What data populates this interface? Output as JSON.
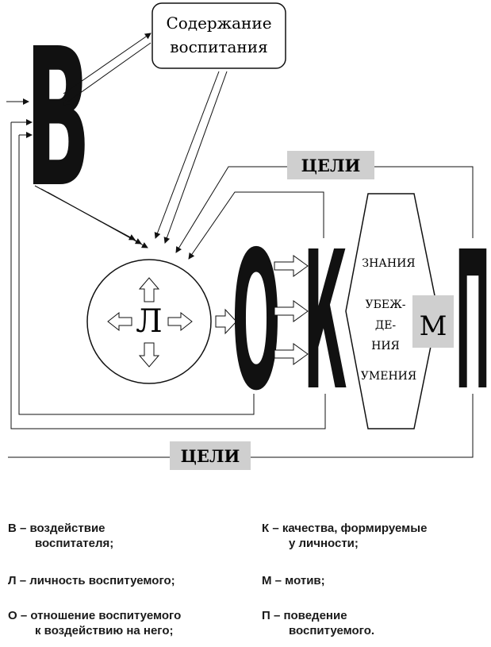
{
  "diagram": {
    "content_box": [
      "Содержание",
      "воспитания"
    ],
    "goals_top": "ЦЕЛИ",
    "goals_bottom": "ЦЕЛИ",
    "letter_v": "В",
    "letter_l": "Л",
    "letter_o": "О",
    "letter_k": "К",
    "letter_m": "М",
    "letter_p": "П",
    "knowledge": "ЗНАНИЯ",
    "beliefs": [
      "УБЕЖ-",
      "ДЕ-",
      "НИЯ"
    ],
    "skills": "УМЕНИЯ"
  },
  "legend": {
    "v": [
      "В – воздействие",
      "воспитателя;"
    ],
    "k": [
      "К – качества, формируемые",
      "у личности;"
    ],
    "l": [
      "Л – личность воспитуемого;"
    ],
    "m": [
      "М – мотив;"
    ],
    "o": [
      "О – отношение воспитуемого",
      "к воздействию на него;"
    ],
    "p": [
      "П – поведение",
      "воспитуемого."
    ]
  },
  "colors": {
    "ink": "#111111",
    "shade": "#cfcfcf",
    "paper": "#ffffff"
  }
}
